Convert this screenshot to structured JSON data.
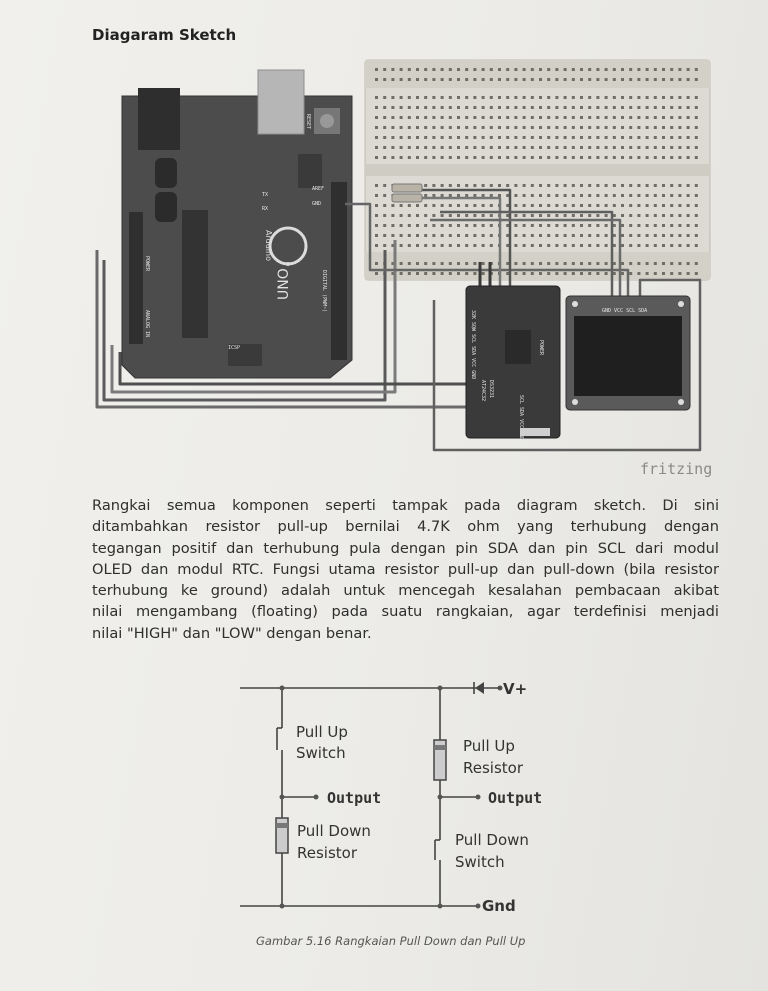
{
  "heading": "Diagaram Sketch",
  "sketch": {
    "credit": "fritzing",
    "arduino": {
      "logo": "UNO",
      "brand": "Arduino",
      "reset": "RESET",
      "aref": "AREF",
      "gnd": "GND",
      "icsp": "ICSP",
      "tx": "TX",
      "rx": "RX",
      "power": "POWER",
      "analog_in": "ANALOG IN",
      "digital": "DIGITAL (PWM~)"
    },
    "rtc": {
      "pins_top": "32K SQW SCL SDA VCC GND",
      "pins_bottom": "SCL SDA VCC GND",
      "power": "POWER",
      "chip": "DS3231",
      "sub": "AT24C32"
    },
    "oled": {
      "pins": "GND VCC SCL SDA"
    }
  },
  "paragraph": [
    "Rangkai semua komponen seperti tampak pada diagram sketch. Di sini",
    "ditambahkan resistor pull-up bernilai 4.7K ohm yang terhubung dengan",
    "tegangan positif dan terhubung pula dengan pin SDA dan pin SCL dari modul",
    "OLED dan modul RTC. Fungsi utama resistor pull-up dan pull-down (bila resistor",
    "terhubung ke ground) adalah  untuk mencegah kesalahan pembacaan akibat",
    "nilai mengambang (floating) pada suatu rangkaian, agar terdefinisi menjadi",
    "nilai \"HIGH\" dan \"LOW\" dengan benar."
  ],
  "circuit": {
    "vplus": "V+",
    "gnd": "Gnd",
    "left": {
      "switch": [
        "Pull Up",
        "Switch"
      ],
      "output": "Output",
      "resistor": [
        "Pull Down",
        "Resistor"
      ]
    },
    "right": {
      "resistor": [
        "Pull Up",
        "Resistor"
      ],
      "output": "Output",
      "switch": [
        "Pull Down",
        "Switch"
      ]
    }
  },
  "caption": "Gambar 5.16 Rangkaian Pull Down dan Pull Up"
}
